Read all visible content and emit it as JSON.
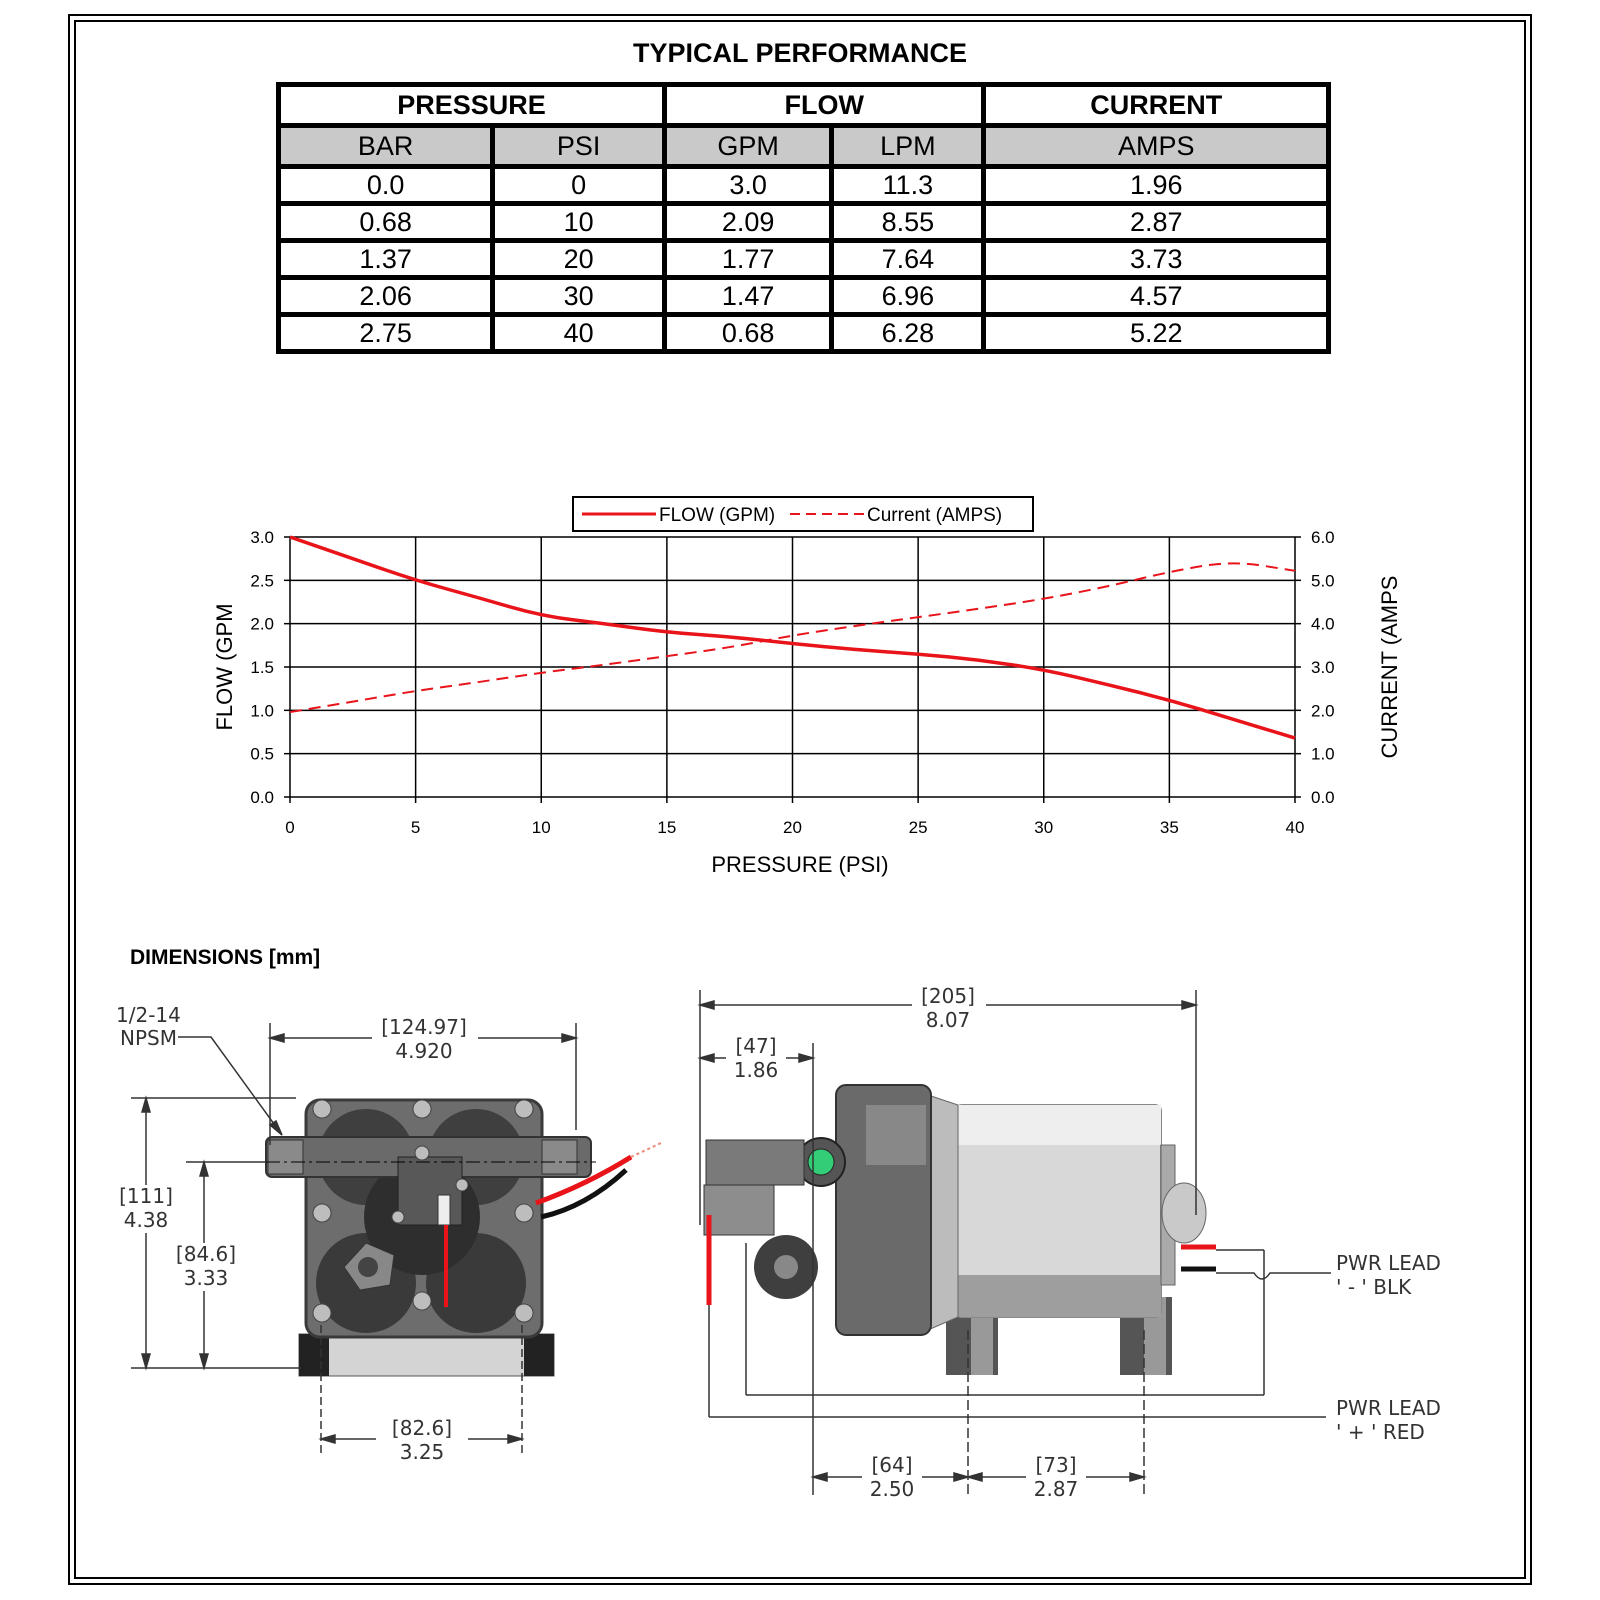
{
  "title": "TYPICAL PERFORMANCE",
  "table": {
    "groups": [
      "PRESSURE",
      "FLOW",
      "CURRENT"
    ],
    "units": [
      "BAR",
      "PSI",
      "GPM",
      "LPM",
      "AMPS"
    ],
    "rows": [
      [
        "0.0",
        "0",
        "3.0",
        "11.3",
        "1.96"
      ],
      [
        "0.68",
        "10",
        "2.09",
        "8.55",
        "2.87"
      ],
      [
        "1.37",
        "20",
        "1.77",
        "7.64",
        "3.73"
      ],
      [
        "2.06",
        "30",
        "1.47",
        "6.96",
        "4.57"
      ],
      [
        "2.75",
        "40",
        "0.68",
        "6.28",
        "5.22"
      ]
    ]
  },
  "chart_data": {
    "type": "line",
    "xlabel": "PRESSURE (PSI)",
    "ylabel_left": "FLOW (GPM",
    "ylabel_right": "CURRENT (AMPS",
    "xlim": [
      0,
      40
    ],
    "ylim_left": [
      0,
      3
    ],
    "ylim_right": [
      0,
      6
    ],
    "x_ticks": [
      "0",
      "5",
      "10",
      "15",
      "20",
      "25",
      "30",
      "35",
      "40"
    ],
    "y_left_ticks": [
      "0.0",
      "0.5",
      "1.0",
      "1.5",
      "2.0",
      "2.5",
      "3.0"
    ],
    "y_right_ticks": [
      "0.0",
      "1.0",
      "2.0",
      "3.0",
      "4.0",
      "5.0",
      "6.0"
    ],
    "grid": true,
    "legend_position": "top-center",
    "series": [
      {
        "name": "FLOW (GPM)",
        "axis": "left",
        "style": "solid",
        "color": "#e8141a",
        "x": [
          0,
          2.5,
          5,
          7.5,
          10,
          12.5,
          15,
          17.5,
          20,
          22.5,
          25,
          27.5,
          30,
          32.5,
          35,
          37.5,
          40
        ],
        "y": [
          3.0,
          2.75,
          2.5,
          2.3,
          2.09,
          2.0,
          1.9,
          1.85,
          1.77,
          1.7,
          1.65,
          1.58,
          1.47,
          1.3,
          1.12,
          0.9,
          0.68
        ]
      },
      {
        "name": "Current (AMPS)",
        "axis": "right",
        "style": "dashed",
        "color": "#e8141a",
        "x": [
          0,
          2.5,
          5,
          7.5,
          10,
          12.5,
          15,
          17.5,
          20,
          22.5,
          25,
          27.5,
          30,
          32.5,
          35,
          37.5,
          40
        ],
        "y": [
          1.96,
          2.2,
          2.45,
          2.65,
          2.87,
          3.05,
          3.25,
          3.45,
          3.73,
          3.95,
          4.15,
          4.35,
          4.57,
          4.85,
          5.2,
          5.45,
          5.22
        ]
      }
    ]
  },
  "dimensions": {
    "title": "DIMENSIONS [mm]",
    "front": {
      "thread_label_1": "1/2-14",
      "thread_label_2": "NPSM",
      "width_mm": "[124.97]",
      "width_in": "4.920",
      "height_mm": "[111]",
      "height_in": "4.38",
      "port_height_mm": "[84.6]",
      "port_height_in": "3.33",
      "base_width_mm": "[82.6]",
      "base_width_in": "3.25"
    },
    "side": {
      "length_mm": "[205]",
      "length_in": "8.07",
      "head_mm": "[47]",
      "head_in": "1.86",
      "mount1_mm": "[64]",
      "mount1_in": "2.50",
      "mount2_mm": "[73]",
      "mount2_in": "2.87",
      "neg_lead_1": "PWR LEAD",
      "neg_lead_2": "' - ' BLK",
      "pos_lead_1": "PWR LEAD",
      "pos_lead_2": "' + ' RED"
    }
  }
}
